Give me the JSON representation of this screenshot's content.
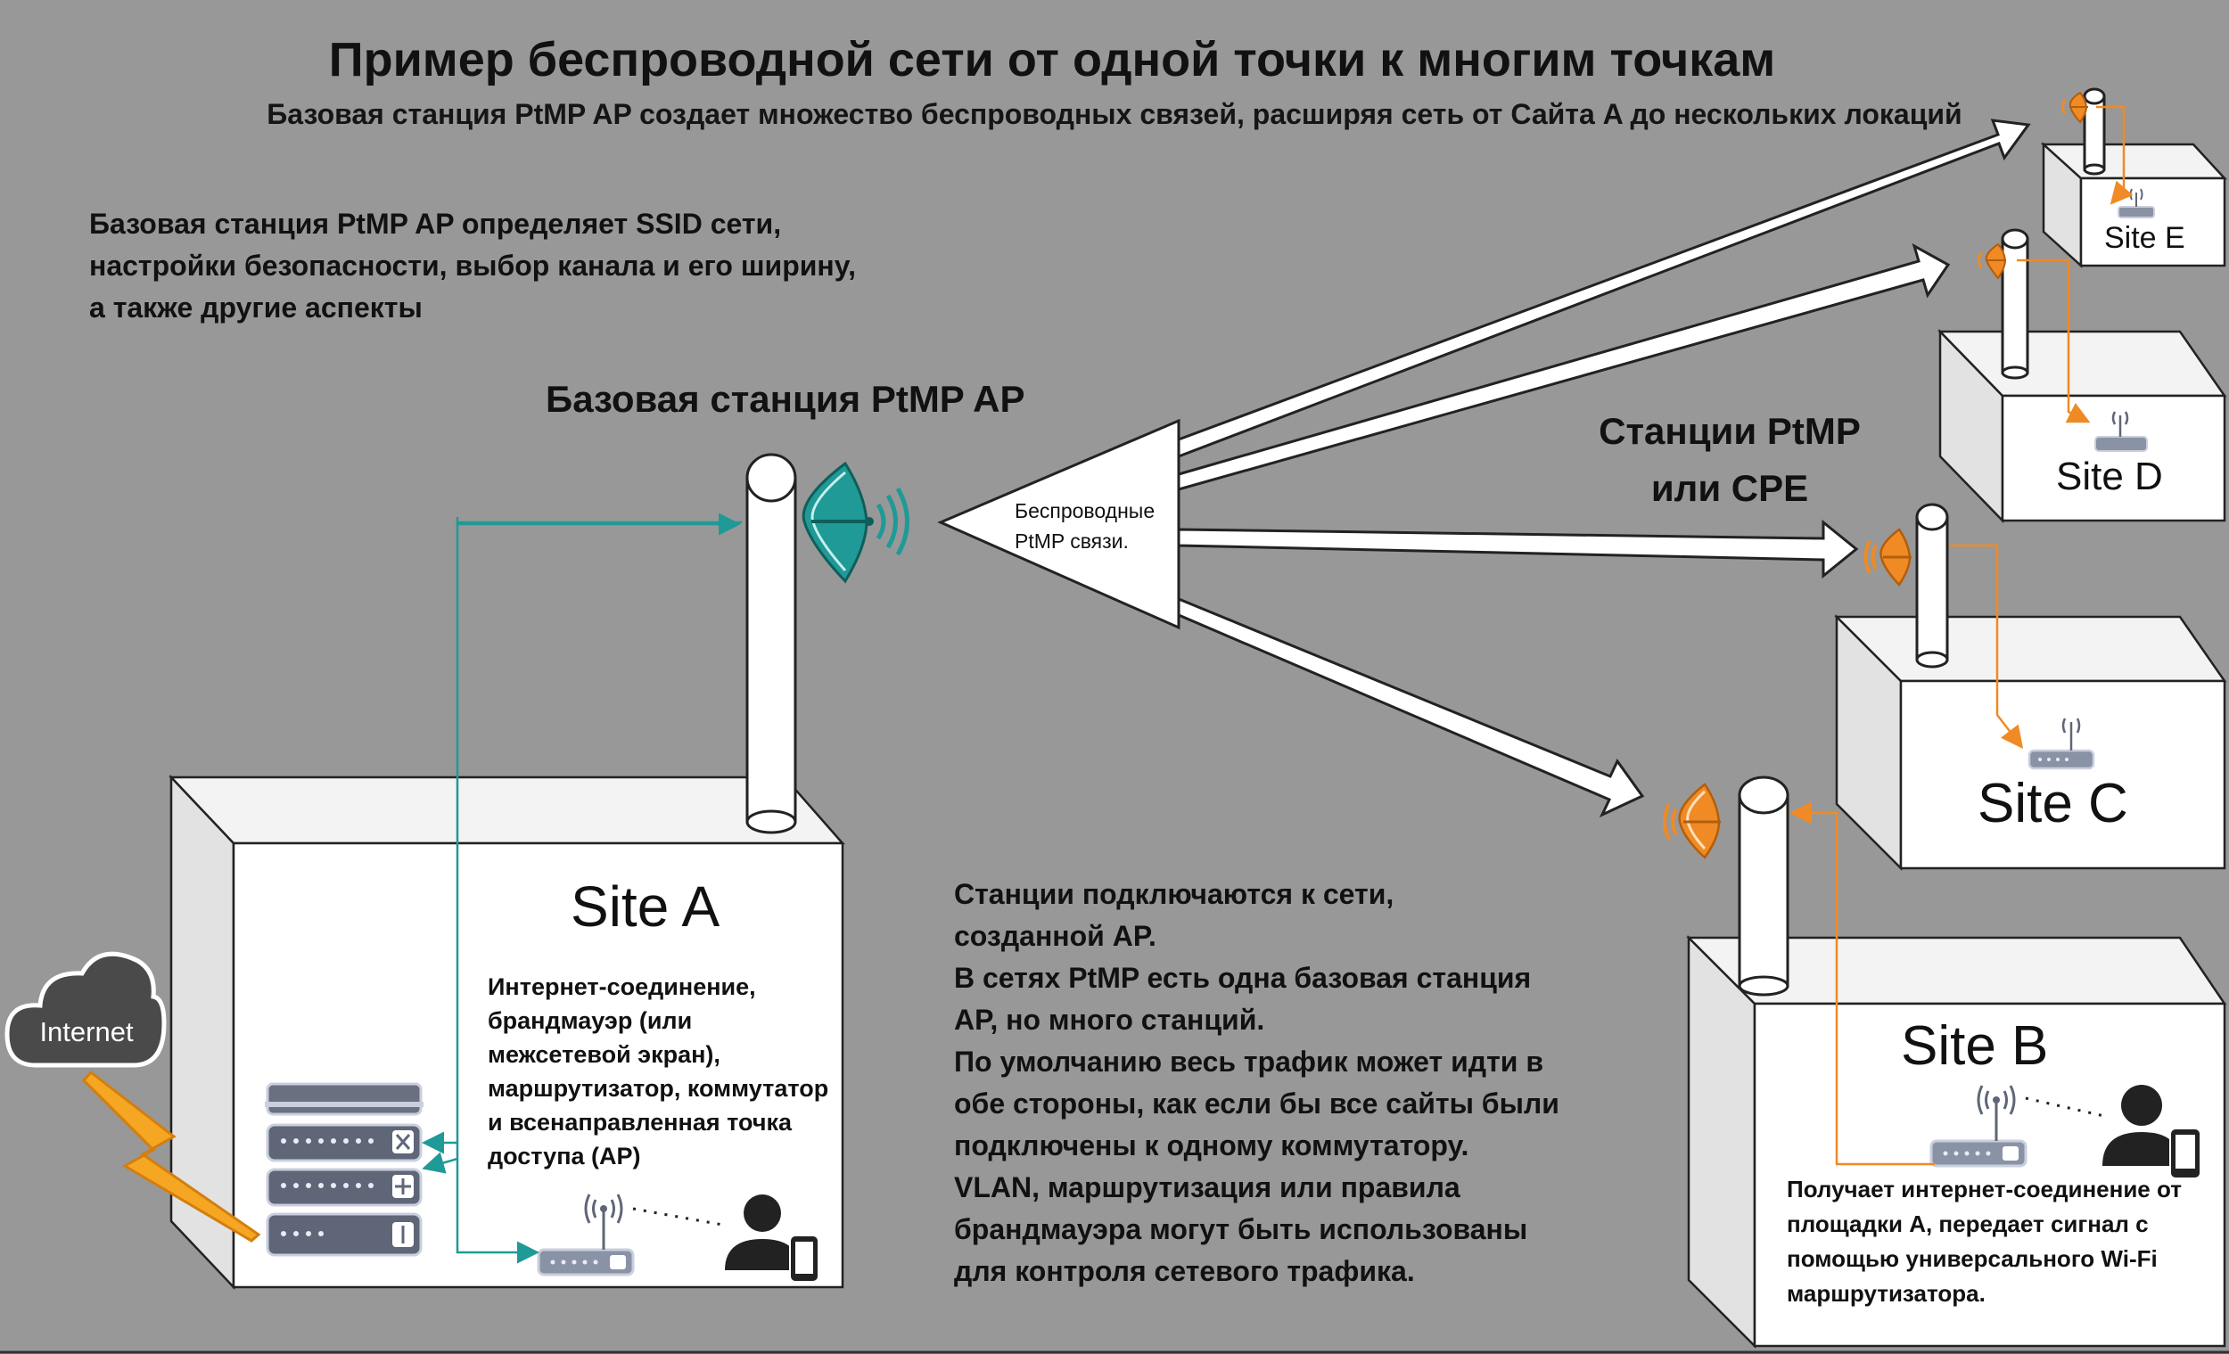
{
  "title": "Пример беспроводной сети от одной точки к многим точкам",
  "subtitle": "Базовая станция PtMP AP создает множество беспроводных связей, расширяя сеть от Сайта A до нескольких локаций",
  "ap_description": [
    "Базовая станция PtMP AP определяет SSID сети,",
    "настройки безопасности, выбор канала и его ширину,",
    "а также другие аспекты"
  ],
  "ap_label": "Базовая станция PtMP AP",
  "stations_label": [
    "Станции PtMP",
    "или CPE"
  ],
  "wireless_links_label": [
    "Беспроводные",
    "PtMP связи."
  ],
  "internet_label": "Internet",
  "sites": {
    "a": {
      "label": "Site A",
      "description": [
        "Интернет-соединение,",
        "брандмауэр (или",
        "межсетевой экран),",
        "маршрутизатор, коммутатор",
        "и всенаправленная точка",
        "доступа (AP)"
      ]
    },
    "b": {
      "label": "Site B",
      "description": [
        "Получает интернет-соединение от",
        "площадки A, передает сигнал с",
        "помощью универсального Wi-Fi",
        "маршрутизатора."
      ]
    },
    "c": {
      "label": "Site C"
    },
    "d": {
      "label": "Site D"
    },
    "e": {
      "label": "Site E"
    }
  },
  "stations_description": [
    "Станции подключаются к сети,",
    "созданной AP.",
    "В сетях PtMP есть одна базовая станция",
    "AP, но много станций.",
    "По умолчанию весь трафик может идти в",
    "обе стороны, как если бы все сайты были",
    "подключены к одному коммутатору.",
    "VLAN, маршрутизация или правила",
    "брандмауэра могут быть использованы",
    "для контроля сетевого трафика."
  ],
  "colors": {
    "background": "#989898",
    "teal_link": "#1f9a96",
    "orange_link": "#f08a24",
    "bolt": "#f5a623",
    "box_face": "#ffffff",
    "box_shade": "#f1f1f1"
  }
}
